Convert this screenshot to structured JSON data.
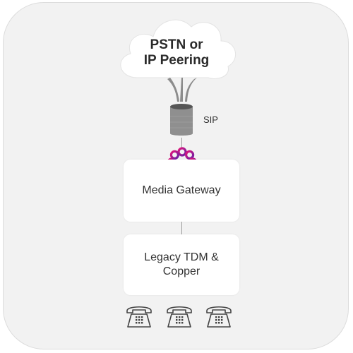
{
  "cloud": {
    "line1": "PSTN or",
    "line2": "IP Peering"
  },
  "sip": {
    "label": "SIP"
  },
  "gateway": {
    "label": "Media Gateway"
  },
  "legacy": {
    "line1": "Legacy TDM &",
    "line2": "Copper"
  },
  "icons": {
    "cloud": "cloud-icon",
    "sip_cylinder": "server-cylinder-icon",
    "brand_ring": "brand-ring-icon",
    "phone": "desk-phone-icon"
  },
  "colors": {
    "panel_bg": "#f2f2f2",
    "box_bg": "#ffffff",
    "ring_pink": "#d0157a",
    "ring_purple": "#7a1fa2",
    "text_dark": "#2a2a2a"
  }
}
